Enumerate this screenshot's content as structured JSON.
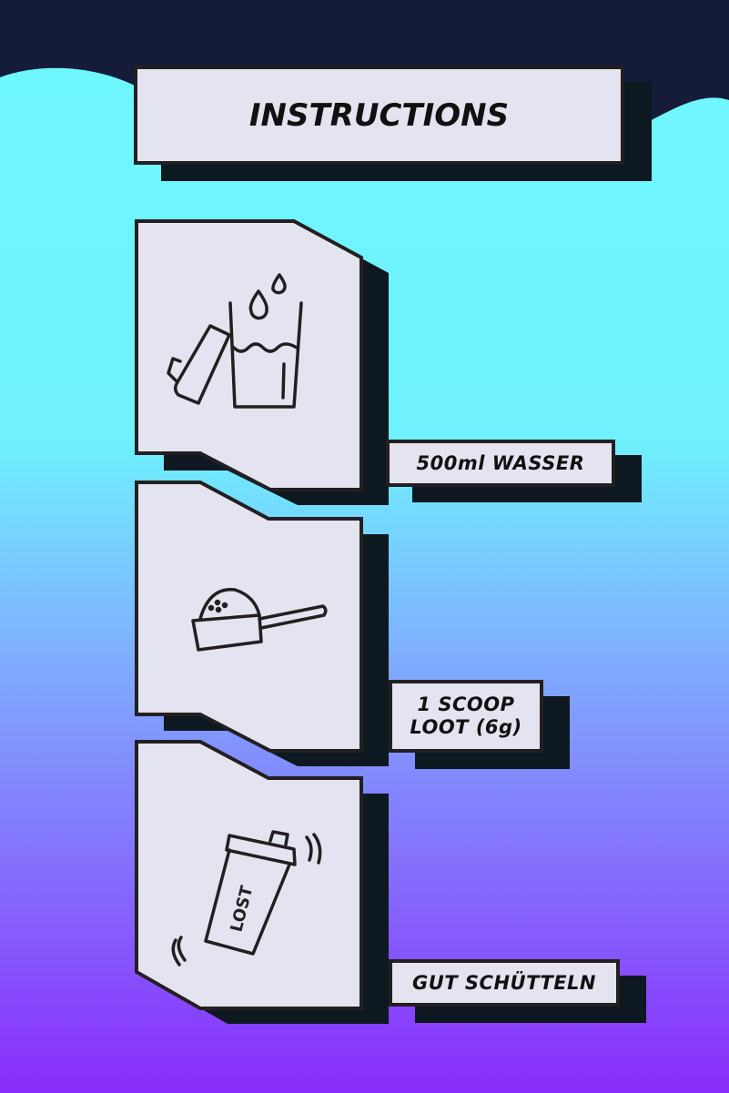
{
  "title": "INSTRUCTIONS",
  "steps": [
    {
      "label": "500ml WASSER",
      "icon": "water-glass-icon"
    },
    {
      "label_line1": "1 SCOOP",
      "label_line2": "LOOT (6g)",
      "icon": "scoop-icon"
    },
    {
      "label": "GUT SCHÜTTELN",
      "icon": "shaker-icon",
      "logo_text": "LOST"
    }
  ],
  "colors": {
    "top": "#141c3a",
    "gradient_start": "#6ff8fe",
    "gradient_mid": "#7fa8fe",
    "gradient_end": "#8a2cfb",
    "panel": "#e4e4f0",
    "outline": "#231f20",
    "shadow": "#0d1820"
  }
}
